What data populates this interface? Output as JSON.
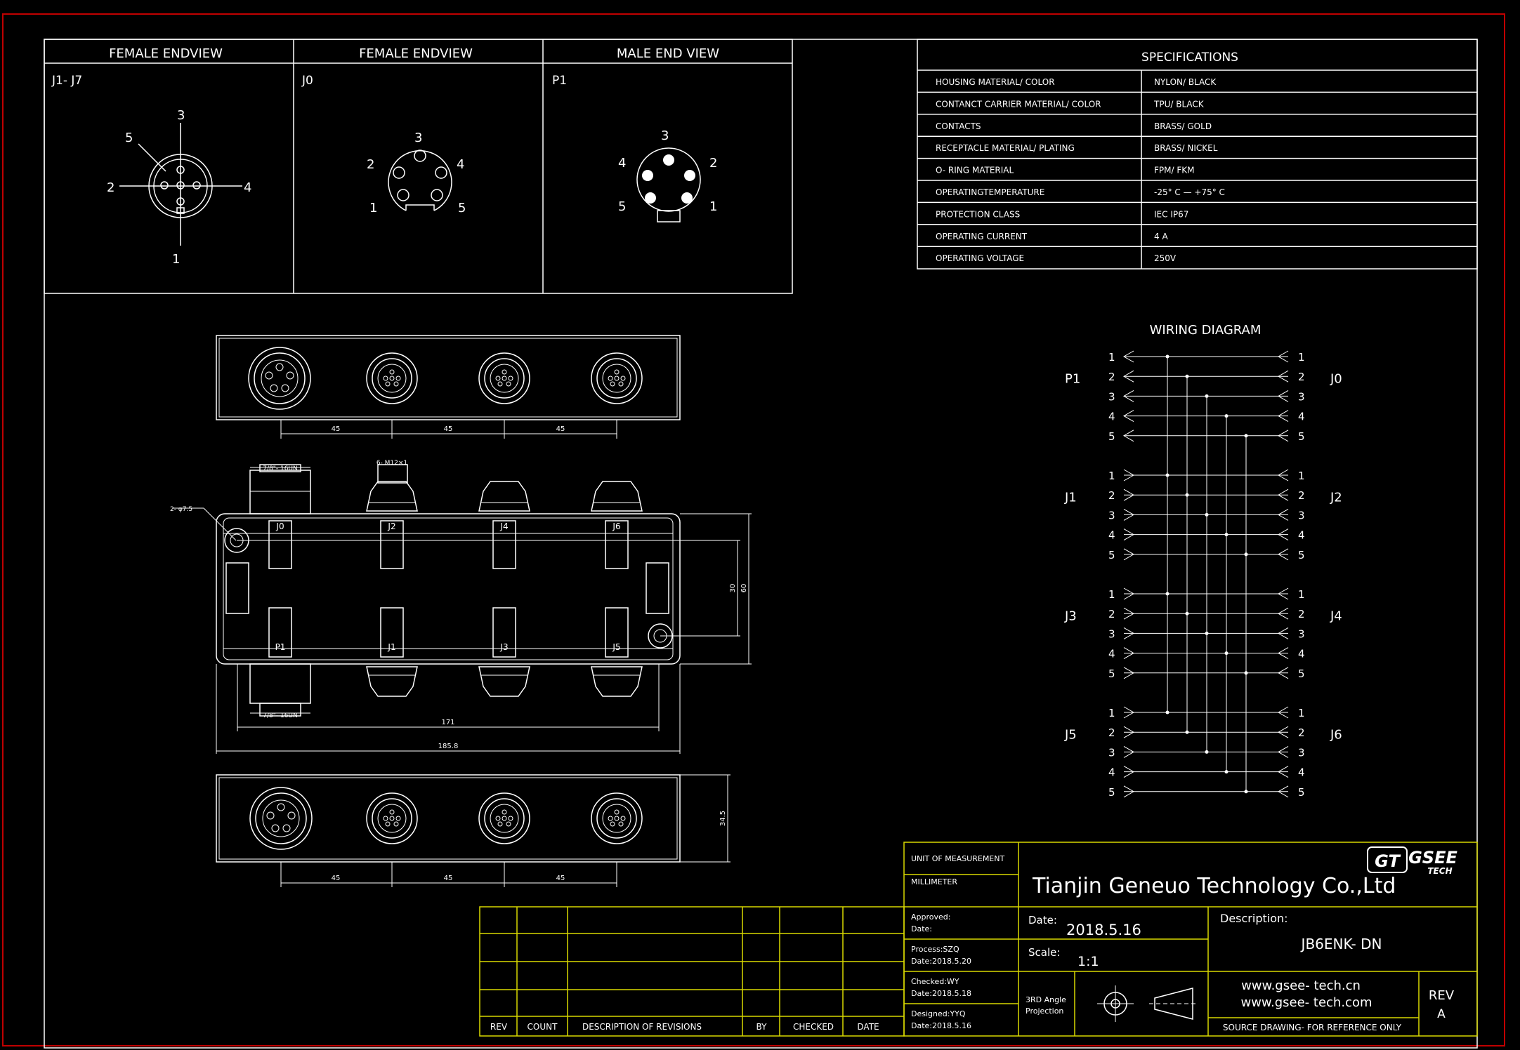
{
  "endviews": [
    {
      "title": "FEMALE ENDVIEW",
      "label": "J1- J7",
      "pins": [
        "3",
        "5",
        "2",
        "4",
        "1"
      ]
    },
    {
      "title": "FEMALE ENDVIEW",
      "label": "J0",
      "pins": [
        "3",
        "2",
        "4",
        "1",
        "5"
      ]
    },
    {
      "title": "MALE END VIEW",
      "label": "P1",
      "pins": [
        "3",
        "4",
        "2",
        "5",
        "1"
      ]
    }
  ],
  "specifications": {
    "title": "SPECIFICATIONS",
    "rows": [
      {
        "k": "HOUSING MATERIAL/ COLOR",
        "v": "NYLON/ BLACK"
      },
      {
        "k": "CONTANCT CARRIER MATERIAL/ COLOR",
        "v": "TPU/ BLACK"
      },
      {
        "k": "CONTACTS",
        "v": "BRASS/ GOLD"
      },
      {
        "k": "RECEPTACLE MATERIAL/ PLATING",
        "v": "BRASS/ NICKEL"
      },
      {
        "k": "O- RING MATERIAL",
        "v": "FPM/ FKM"
      },
      {
        "k": "OPERATINGTEMPERATURE",
        "v": "-25° C — +75° C"
      },
      {
        "k": "PROTECTION CLASS",
        "v": "IEC  IP67"
      },
      {
        "k": "OPERATING CURRENT",
        "v": "4 A"
      },
      {
        "k": "OPERATING VOLTAGE",
        "v": "250V"
      }
    ]
  },
  "wiring": {
    "title": "WIRING   DIAGRAM",
    "groups": [
      {
        "left": "P1",
        "right": "J0"
      },
      {
        "left": "J1",
        "right": "J2"
      },
      {
        "left": "J3",
        "right": "J4"
      },
      {
        "left": "J5",
        "right": "J6"
      }
    ],
    "pins": [
      "1",
      "2",
      "3",
      "4",
      "5"
    ]
  },
  "drawing": {
    "dim_45": "45",
    "dim_171": "171",
    "dim_185": "185.8",
    "dim_30": "30",
    "dim_60": "60",
    "dim_34": "34.5",
    "thread_78": "7/8\"- 16UN",
    "thread_m12": "6- M12×1",
    "hole": "2- φ7.5",
    "top_ports": [
      "J0",
      "J2",
      "J4",
      "J6"
    ],
    "bot_ports": [
      "P1",
      "J1",
      "J3",
      "J5"
    ]
  },
  "title_block": {
    "uom_label": "UNIT OF MEASUREMENT",
    "uom_value": "MILLIMETER",
    "company": "Tianjin Geneuo Technology Co.,Ltd",
    "logo_gt": "GT",
    "logo_gsee": "GSEE",
    "logo_tech": "TECH",
    "approved": "Approved:",
    "approved_date": "Date:",
    "process": "Process:SZQ",
    "process_date": "Date:2018.5.20",
    "checked": "Checked:WY",
    "checked_date": "Date:2018.5.18",
    "designed": "Designed:YYQ",
    "designed_date": "Date:2018.5.16",
    "date_label": "Date:",
    "date_value": "2018.5.16",
    "scale_label": "Scale:",
    "scale_value": "1:1",
    "projection": [
      "3RD Angle",
      "Projection"
    ],
    "desc_label": "Description:",
    "desc_value": "JB6ENK- DN",
    "web1": "www.gsee- tech.cn",
    "web2": "www.gsee- tech.com",
    "source_note": "SOURCE DRAWING- FOR REFERENCE ONLY",
    "rev_label": "REV",
    "rev_value": "A"
  },
  "revisions": {
    "headers": [
      "REV",
      "COUNT",
      "DESCRIPTION  OF  REVISIONS",
      "BY",
      "CHECKED",
      "DATE"
    ]
  }
}
